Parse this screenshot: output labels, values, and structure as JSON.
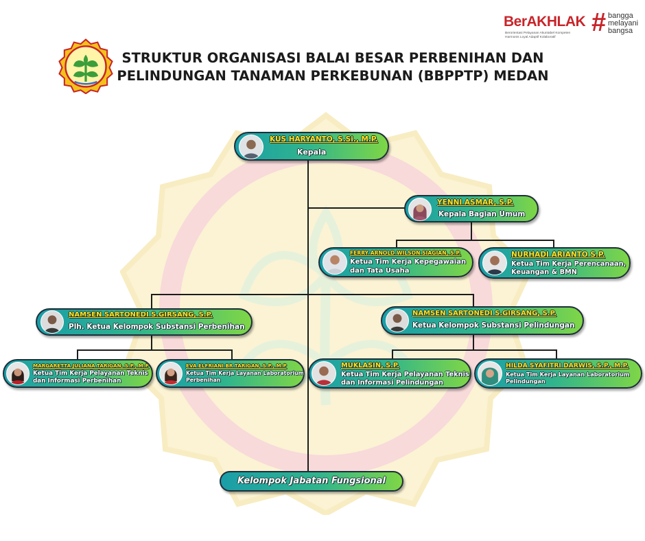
{
  "header": {
    "title_line1": "STRUKTUR ORGANISASI BALAI BESAR PERBENIHAN DAN",
    "title_line2": "PELINDUNGAN TANAMAN PERKEBUNAN (BBPPTP) MEDAN"
  },
  "brand": {
    "name": "BerAKHLAK",
    "tagline_line1": "Berorientasi Pelayanan Akuntabel Kompeten",
    "tagline_line2": "Harmonis Loyal Adaptif Kolaboratif",
    "hash": "#",
    "word1": "bangga",
    "word2": "melayani",
    "word3": "bangsa",
    "color": "#c8242a"
  },
  "colors": {
    "box_start": "#1a9ea8",
    "box_end": "#7fd646",
    "name_text": "#ffe21f",
    "role_text": "#ffffff"
  },
  "nodes": {
    "kepala": {
      "name": "KUS HARYANTO, S.Si., M.P.",
      "role": "Kepala"
    },
    "kabag_umum": {
      "name": "YENNI ASMAR, S.P.",
      "role": "Kepala Bagian Umum"
    },
    "timker_kepegawaian": {
      "name": "FERRY ARNOLD WILSON SIAGIAN, S.P.",
      "role_line1": "Ketua Tim Kerja Kepegawaian",
      "role_line2": "dan Tata Usaha"
    },
    "timker_perencanaan": {
      "name": "NURHADI ARIANTO S.P.",
      "role_line1": "Ketua Tim Kerja Perencanaan,",
      "role_line2": "Keuangan & BMN"
    },
    "ks_perbenihan": {
      "name": "NAMSEN SARTONEDI S.GIRSANG, S.P.",
      "role": "Plh. Ketua Kelompok Substansi Perbenihan"
    },
    "ks_pelindungan": {
      "name": "NAMSEN SARTONEDI S.GIRSANG, S.P.",
      "role": "Ketua Kelompok Substansi Pelindungan"
    },
    "timker_yantek_perbenihan": {
      "name": "MARGARETTA JULIANA TARIGAN, S.P., M.P",
      "role_line1": "Ketua Tim Kerja Pelayanan Teknis",
      "role_line2": "dan Informasi Perbenihan"
    },
    "timker_lab_perbenihan": {
      "name": "EVA ELFRIANI BR TARIGAN, S.P., M.P",
      "role_line1": "Ketua Tim Kerja Layanan Laboratorium",
      "role_line2": "Perbenihan"
    },
    "timker_yantek_pelindungan": {
      "name": "MUKLASIN, S.P.",
      "role_line1": "Ketua Tim Kerja Pelayanan Teknis",
      "role_line2": "dan  Informasi Pelindungan"
    },
    "timker_lab_pelindungan": {
      "name": "HILDA SYAFITRI DARWIS, S.P., M.P.",
      "role_line1": "Ketua Tim Kerja Layanan Laboratorium",
      "role_line2": "Pelindungan"
    }
  },
  "fungsional": {
    "label": "Kelompok Jabatan Fungsional"
  }
}
